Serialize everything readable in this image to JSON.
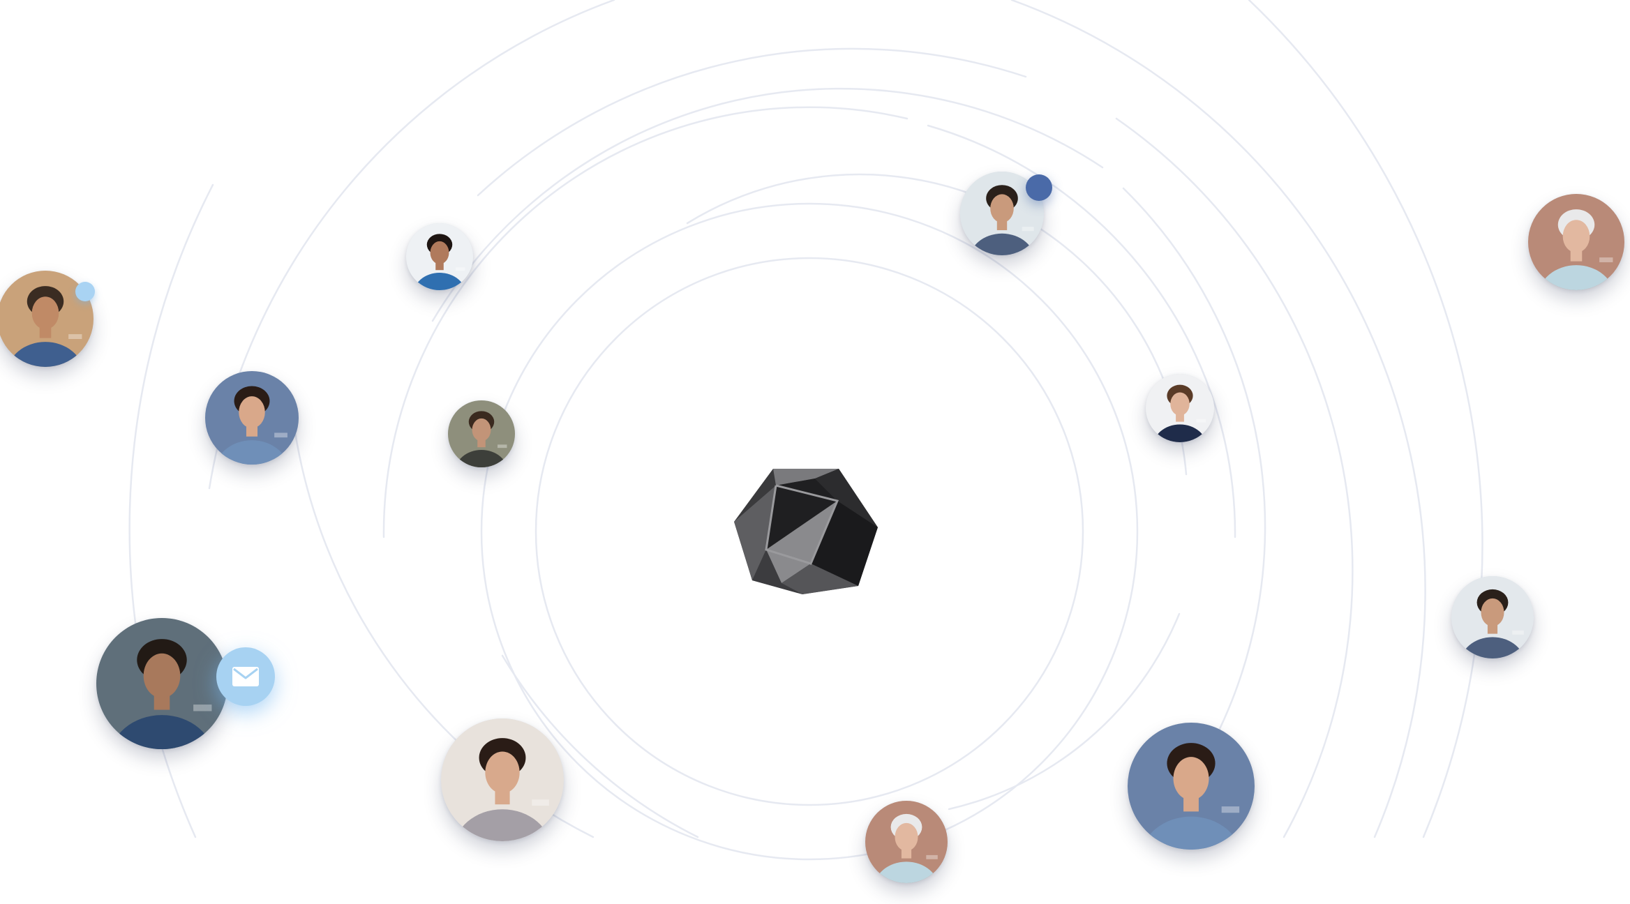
{
  "colors": {
    "orbit": "#e6e9f1",
    "dot_dark": "#4a6aa8",
    "dot_light": "#a9d3f3",
    "mail_badge": "#a7d2f2",
    "logo_dark": "#2f2f31",
    "logo_light": "#6d6d70"
  },
  "center_logo": {
    "icon": "icosahedron-logo-icon"
  },
  "mail_notification": {
    "icon": "envelope-icon"
  },
  "people": [
    {
      "id": "man-glasses-left",
      "bg": "#c9a27a",
      "shirt": "#3f5f8f",
      "skin": "#c08a66",
      "hair": "#3a2c22"
    },
    {
      "id": "woman-dark-hair-top",
      "bg": "#eef1f4",
      "shirt": "#2f6fb0",
      "skin": "#b07a5c",
      "hair": "#1e1512"
    },
    {
      "id": "man-side-top",
      "bg": "#dfe6ea",
      "shirt": "#4d5f7e",
      "skin": "#c99a7c",
      "hair": "#2a201a"
    },
    {
      "id": "older-woman-top-right",
      "bg": "#b98a78",
      "shirt": "#bcd6e0",
      "skin": "#e2b8a0",
      "hair": "#e9e9ea"
    },
    {
      "id": "woman-curly-bangs-left",
      "bg": "#6a82a8",
      "shirt": "#6f8fb8",
      "skin": "#d9a88a",
      "hair": "#2a1c16"
    },
    {
      "id": "bearded-man-small",
      "bg": "#8e8f7c",
      "shirt": "#3d3f3a",
      "skin": "#c29478",
      "hair": "#3a2a1f"
    },
    {
      "id": "man-suit-right",
      "bg": "#f0f1f3",
      "shirt": "#1f2c4a",
      "skin": "#e0b49a",
      "hair": "#5a3b27"
    },
    {
      "id": "man-side-right",
      "bg": "#e3e8ec",
      "shirt": "#4d5f7e",
      "skin": "#c99a7c",
      "hair": "#2a201a"
    },
    {
      "id": "man-office-lower-left",
      "bg": "#5f6f7a",
      "shirt": "#2e4a70",
      "skin": "#a8795c",
      "hair": "#221a15"
    },
    {
      "id": "woman-curly-bottom",
      "bg": "#e8e2dc",
      "shirt": "#a49fa6",
      "skin": "#d8a98c",
      "hair": "#2a1c16"
    },
    {
      "id": "older-woman-bottom",
      "bg": "#b98a78",
      "shirt": "#bcd6e0",
      "skin": "#e2b8a0",
      "hair": "#e9e9ea"
    },
    {
      "id": "woman-curly-bangs-bottom-right",
      "bg": "#6a82a8",
      "shirt": "#6f8fb8",
      "skin": "#d9a88a",
      "hair": "#2a1c16"
    }
  ]
}
